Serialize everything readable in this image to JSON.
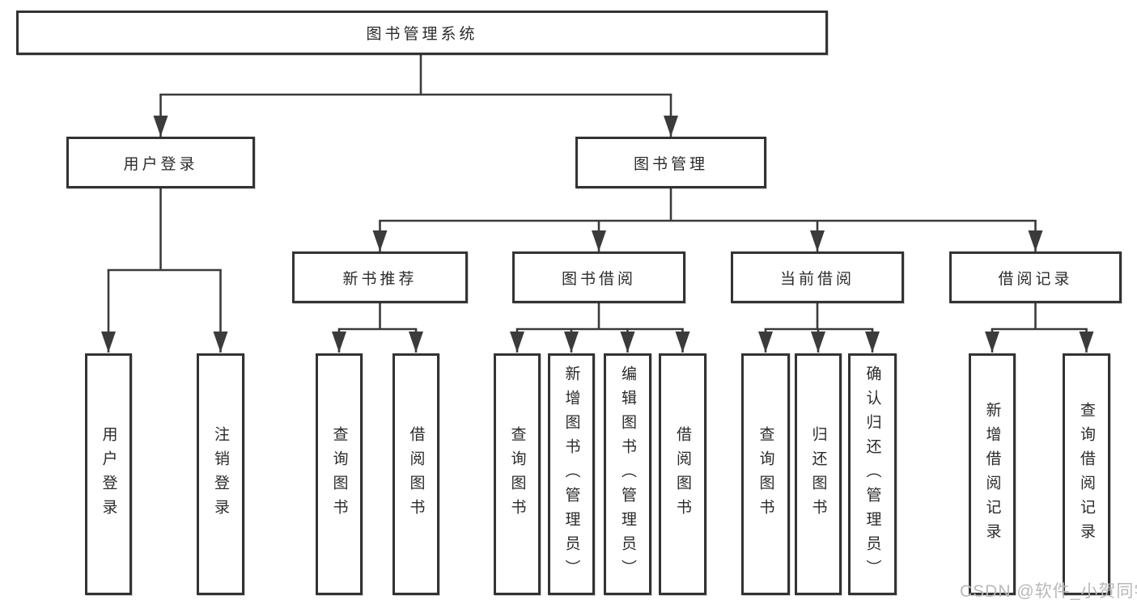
{
  "diagram": {
    "title": "图书管理系统",
    "branches": [
      {
        "label": "用户登录",
        "children": [
          {
            "label": "用户登录"
          },
          {
            "label": "注销登录"
          }
        ]
      },
      {
        "label": "图书管理",
        "children": [
          {
            "label": "新书推荐",
            "children": [
              {
                "label": "查询图书"
              },
              {
                "label": "借阅图书"
              }
            ]
          },
          {
            "label": "图书借阅",
            "children": [
              {
                "label": "查询图书"
              },
              {
                "label": "新增图书（管理员）"
              },
              {
                "label": "编辑图书（管理员）"
              },
              {
                "label": "借阅图书"
              }
            ]
          },
          {
            "label": "当前借阅",
            "children": [
              {
                "label": "查询图书"
              },
              {
                "label": "归还图书"
              },
              {
                "label": "确认归还（管理员）"
              }
            ]
          },
          {
            "label": "借阅记录",
            "children": [
              {
                "label": "新增借阅记录"
              },
              {
                "label": "查询借阅记录"
              }
            ]
          }
        ]
      }
    ]
  },
  "watermark": {
    "text": "CSDN @软件_小贺同学"
  },
  "colors": {
    "line": "#3b3b3b",
    "box_border": "#333333",
    "box_fill": "#ffffff",
    "text": "#2b2b2b",
    "watermark": "#b9b9b9"
  }
}
